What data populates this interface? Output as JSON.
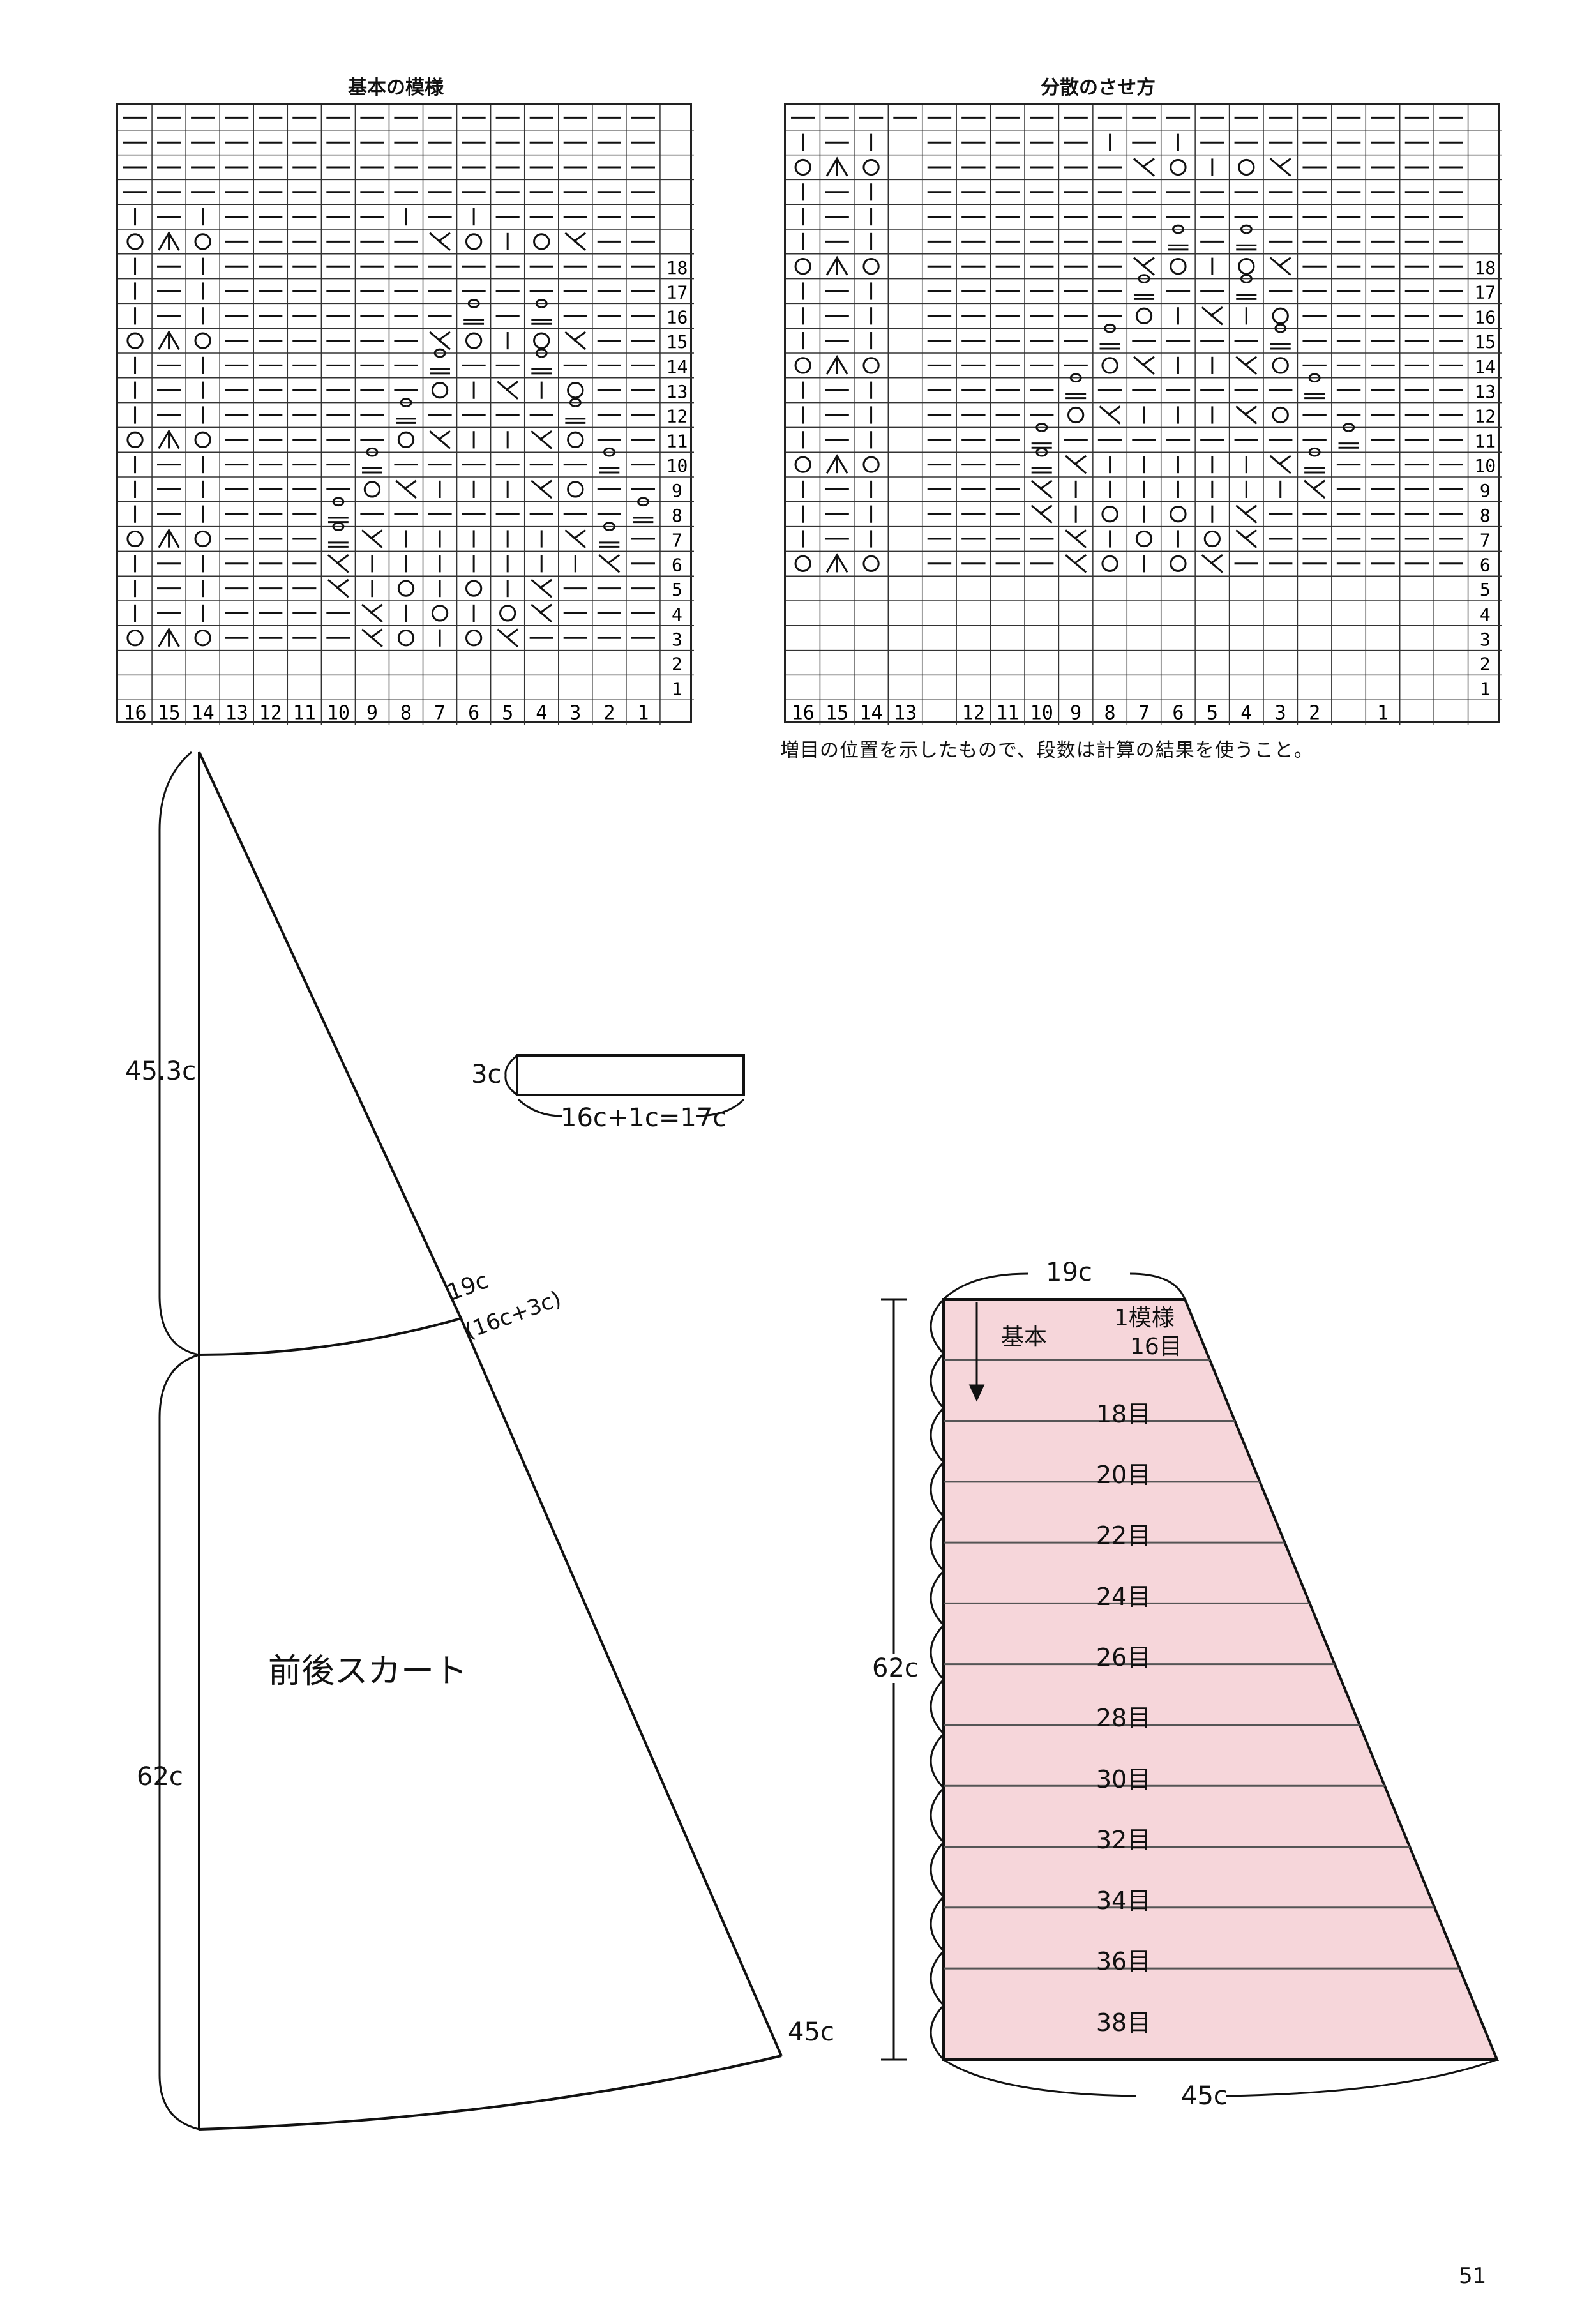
{
  "charts": [
    {
      "title": "基本の模様",
      "bottom_numbers": [
        "16",
        "15",
        "14",
        "13",
        "12",
        "11",
        "10",
        "9",
        "8",
        "7",
        "6",
        "5",
        "4",
        "3",
        "2",
        "1"
      ],
      "right_numbers": [
        "18",
        "17",
        "16",
        "15",
        "14",
        "13",
        "12",
        "11",
        "10",
        "9",
        "8",
        "7",
        "6",
        "5",
        "4",
        "3",
        "2",
        "1"
      ],
      "rows": [
        "|—|—————|—|—————",
        "O>O——————/O|O/————",
        "|—|——————————————",
        "|—|——————————————",
        "|—|———————0—0————",
        "O>O——————/O|O/———",
        "|—|——————0——0————",
        "|—|——————O|/|O———",
        "|—|—————0————0———",
        "O>O—————O/||/O———",
        "|—|————0——————0——",
        "|—|————O/|||/O———",
        "|—|———0————————0—",
        "O>O———0/|||||/0——",
        "|—|———/|||||||/——",
        "|—|———/|O|O|/————",
        "|—|————/|O|O/————",
        "O>O————/O|O/—————"
      ]
    },
    {
      "title": "分散のさせ方",
      "bottom_numbers": [
        "16",
        "15",
        "14",
        "13",
        "",
        "12",
        "11",
        "10",
        "9",
        "8",
        "7",
        "6",
        "5",
        "4",
        "3",
        "2",
        "",
        "1"
      ],
      "right_numbers": [
        "18",
        "17",
        "16",
        "15",
        "14",
        "13",
        "12",
        "11",
        "10",
        "9",
        "8",
        "7",
        "6",
        "5",
        "4",
        "3",
        "2",
        "1"
      ],
      "note": "増目の位置を示したもので、段数は計算の結果を使うこと。"
    }
  ],
  "band": {
    "label": "3c",
    "dimension": "16c+1c=17c"
  },
  "skirt": {
    "title": "前後スカート",
    "top_height": "45.3c",
    "bottom_height": "62c",
    "side_label_1": "19c",
    "side_label_2": "(16c+3c)",
    "bottom_right": "45c"
  },
  "panel": {
    "top_width": "19c",
    "height": "62c",
    "bottom_width": "45c",
    "base_label": "基本",
    "first_label_1": "1模様",
    "first_label_2": "16目",
    "rows": [
      "18目",
      "20目",
      "22目",
      "24目",
      "26目",
      "28目",
      "30目",
      "32目",
      "34目",
      "36目",
      "38目"
    ],
    "fill_color": "#f6d6da"
  },
  "page_number": "51"
}
